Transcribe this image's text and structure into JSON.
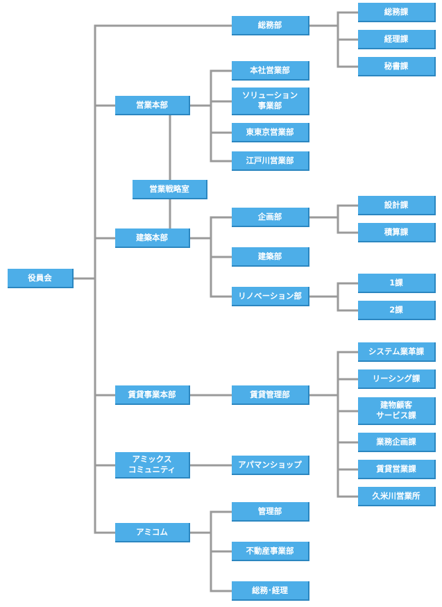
{
  "colors": {
    "box": "#4daee8",
    "box_shadow": "#2b86c0",
    "line": "#9a9a9a",
    "text": "#ffffff"
  },
  "nodes": {
    "board": "役員会",
    "general_affairs_dept": "総務部",
    "general_affairs_section": "総務課",
    "accounting_section": "経理課",
    "secretary_section": "秘書課",
    "sales_hq": "営業本部",
    "head_office_sales": "本社営業部",
    "solution_dept": "ソリューション\n事業部",
    "east_tokyo_sales": "東東京営業部",
    "edogawa_sales": "江戸川営業部",
    "sales_strategy_office": "営業戦略室",
    "construction_hq": "建築本部",
    "planning_dept": "企画部",
    "design_section": "設計課",
    "estimation_section": "積算課",
    "construction_dept": "建築部",
    "renovation_dept": "リノベーション部",
    "section_1": "1課",
    "section_2": "2課",
    "leasing_hq": "賃貸事業本部",
    "leasing_mgmt_dept": "賃貸管理部",
    "system_business_section": "システム業革課",
    "leasing_section": "リーシング課",
    "tenant_service_section": "建物顧客\nサービス課",
    "business_planning_section": "業務企画課",
    "leasing_sales_section": "賃貸営業課",
    "kumegawa_office": "久米川営業所",
    "amix_community": "アミックス\nコミュニティ",
    "apaman_shop": "アパマンショップ",
    "amicom": "アミコム",
    "management_dept": "管理部",
    "real_estate_dept": "不動産事業部",
    "general_accounting": "総務･経理"
  }
}
